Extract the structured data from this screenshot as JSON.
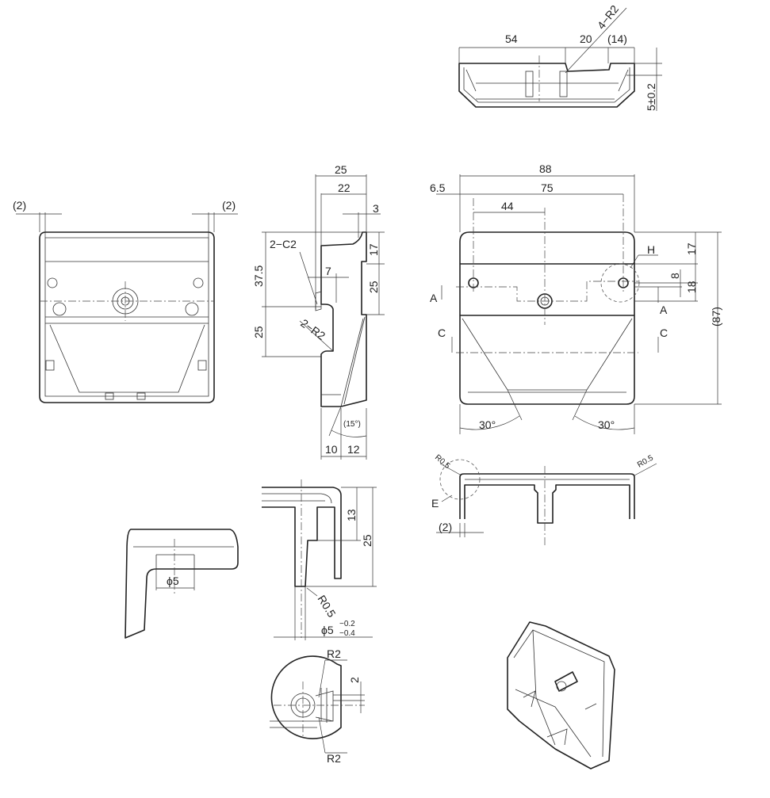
{
  "top_view": {
    "dim_54": "54",
    "dim_20": "20",
    "dim_14": "(14)",
    "radius_note": "4−R2",
    "depth": "5±0.2"
  },
  "back_view": {
    "gap_left": "(2)",
    "gap_right": "(2)"
  },
  "side_view": {
    "dim_25": "25",
    "dim_22": "22",
    "dim_3": "3",
    "chamfer": "2−C2",
    "dim_37_5": "37.5",
    "dim_7": "7",
    "dim_17": "17",
    "dim_25b": "25",
    "dim_25c": "25",
    "radius": "2−R2",
    "angle": "(15°)",
    "dim_10": "10",
    "dim_12": "12"
  },
  "front_view": {
    "dim_88": "88",
    "dim_6_5": "6.5",
    "dim_75": "75",
    "dim_44": "44",
    "detail_h": "H",
    "dim_17": "17",
    "dim_8": "8",
    "dim_18": "18",
    "section_a1": "A",
    "section_a2": "A",
    "section_c1": "C",
    "section_c2": "C",
    "height": "(87)",
    "angle_left": "30°",
    "angle_right": "30°"
  },
  "section_view": {
    "radius_left": "R0.5",
    "radius_right": "R0.5",
    "detail_e": "E",
    "gap": "(2)"
  },
  "detail_boss": {
    "diameter": "ϕ5"
  },
  "detail_pin": {
    "dim_13": "13",
    "dim_25": "25",
    "radius": "R0.5",
    "diameter": "ϕ5",
    "tol_upper": "−0.2",
    "tol_lower": "−0.4"
  },
  "detail_h": {
    "radius_top": "R2",
    "dim_2": "2",
    "radius_bottom": "R2"
  }
}
